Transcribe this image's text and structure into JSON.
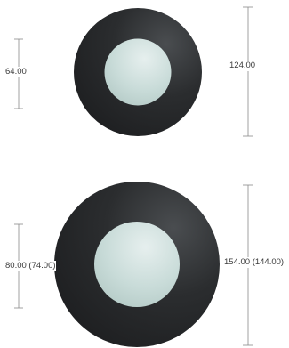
{
  "colors": {
    "ring": "#2b2d2f",
    "ring_highlight": "#4a4d50",
    "inner": "#c8dbd8",
    "inner_highlight": "#e6efee",
    "dimension_line": "#8a8a8a",
    "text": "#3a3a3a"
  },
  "diagrams": [
    {
      "outer_dimension_label": "124.00",
      "inner_dimension_label": "64.00"
    },
    {
      "outer_dimension_label": "154.00 (144.00)",
      "inner_dimension_label": "80.00 (74.00)"
    }
  ]
}
